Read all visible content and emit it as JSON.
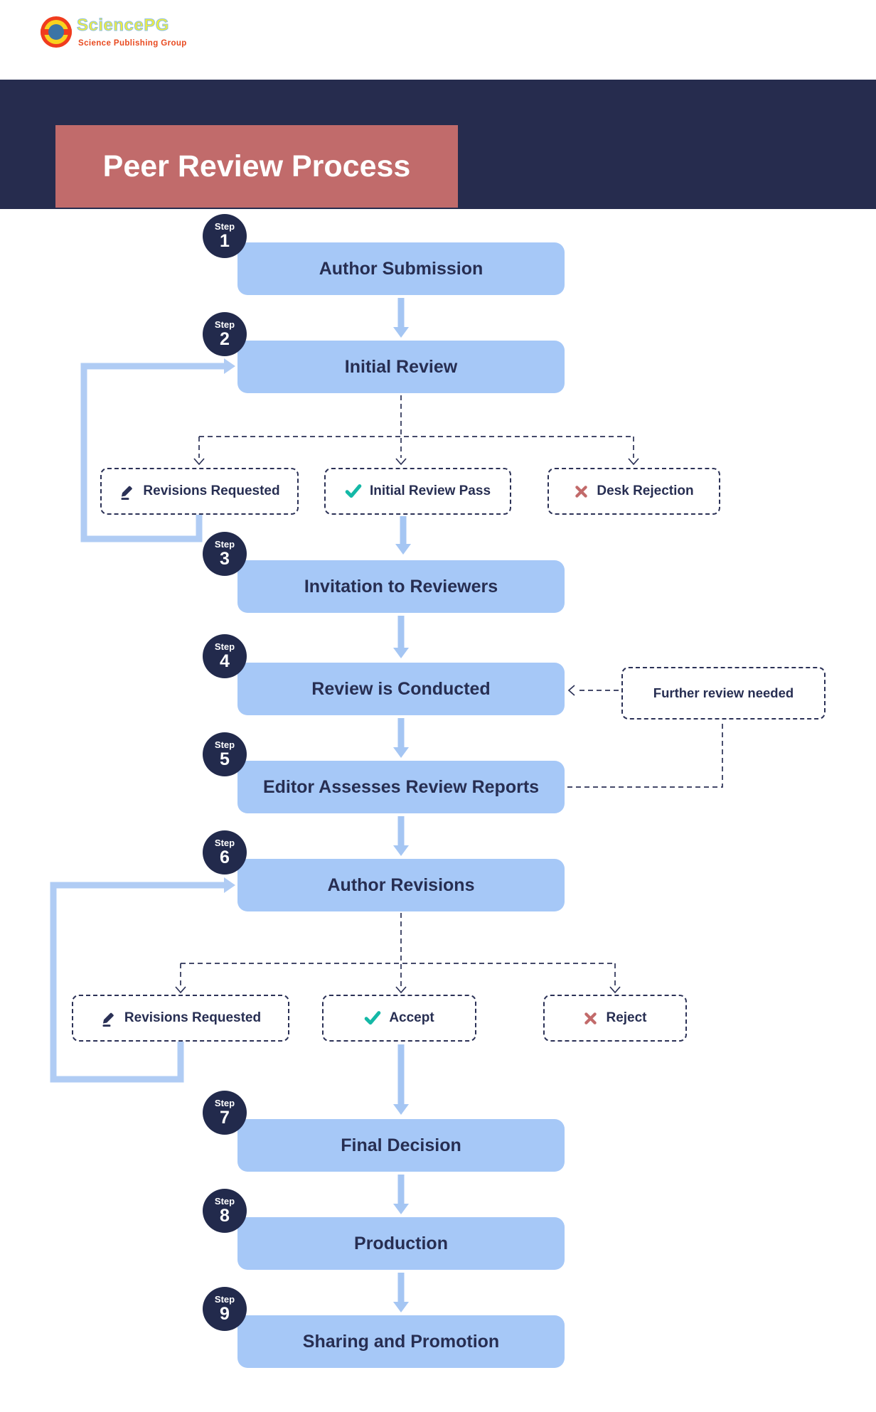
{
  "logo": {
    "brand": "SciencePG",
    "tagline": "Science Publishing Group"
  },
  "header": {
    "title": "Peer Review Process"
  },
  "step_word": "Step",
  "steps": [
    {
      "num": "1",
      "label": "Author Submission"
    },
    {
      "num": "2",
      "label": "Initial Review"
    },
    {
      "num": "3",
      "label": "Invitation to Reviewers"
    },
    {
      "num": "4",
      "label": "Review is Conducted"
    },
    {
      "num": "5",
      "label": "Editor Assesses Review Reports"
    },
    {
      "num": "6",
      "label": "Author Revisions"
    },
    {
      "num": "7",
      "label": "Final Decision"
    },
    {
      "num": "8",
      "label": "Production"
    },
    {
      "num": "9",
      "label": "Sharing and Promotion"
    }
  ],
  "initial_review_outcomes": [
    {
      "icon": "pencil-icon",
      "label": "Revisions Requested"
    },
    {
      "icon": "check-icon",
      "label": "Initial Review Pass"
    },
    {
      "icon": "cross-icon",
      "label": "Desk Rejection"
    }
  ],
  "revision_outcomes": [
    {
      "icon": "pencil-icon",
      "label": "Revisions Requested"
    },
    {
      "icon": "check-icon",
      "label": "Accept"
    },
    {
      "icon": "cross-icon",
      "label": "Reject"
    }
  ],
  "note": {
    "label": "Further review needed"
  },
  "colors": {
    "band_navy": "#262c4e",
    "badge_navy": "#222a4c",
    "title_salmon": "#c16b6b",
    "box_blue": "#a6c8f7",
    "arrow_blue": "#a5c6f3",
    "loop_blue": "#b0ccf4",
    "text_navy": "#272e52",
    "dashed_navy": "#2b3156",
    "check_teal": "#14b8a6",
    "cross_rose": "#c26a6a",
    "logo_red": "#f03c1e",
    "logo_yellow": "#f8d21f",
    "logo_blue": "#3b74a6",
    "brand_yellow": "#f2ee3c",
    "tagline_red": "#e8491f"
  }
}
